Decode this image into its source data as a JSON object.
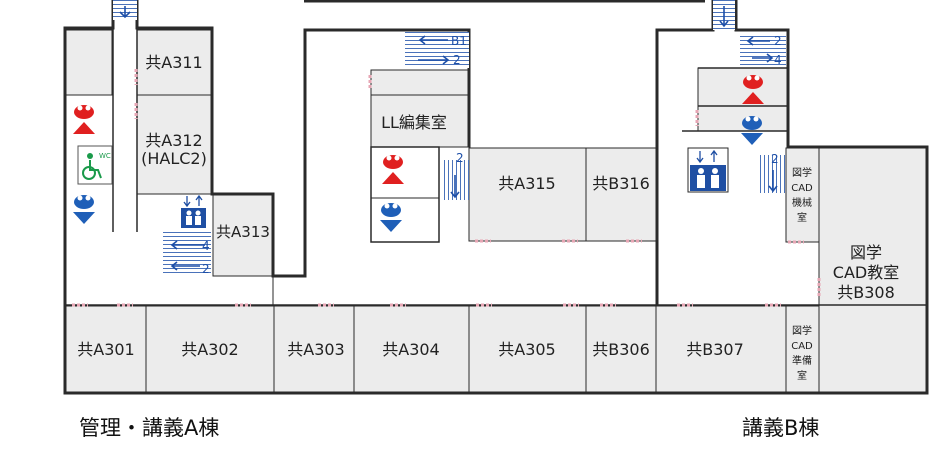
{
  "rooms": {
    "a301": "共A301",
    "a302": "共A302",
    "a303": "共A303",
    "a304": "共A304",
    "a305": "共A305",
    "b306": "共B306",
    "b307": "共B307",
    "a311": "共A311",
    "a312": "共A312",
    "a312_sub": "(HALC2)",
    "a313": "共A313",
    "a315": "共A315",
    "b316": "共B316",
    "ll": "LL編集室",
    "cad_machine": [
      "図学",
      "CAD",
      "機械",
      "室"
    ],
    "cad_prep": [
      "図学",
      "CAD",
      "準備",
      "室"
    ],
    "cad_class": [
      "図学",
      "CAD教室",
      "共B308"
    ]
  },
  "buildings": {
    "a": "管理・講義A棟",
    "b": "講義B棟"
  },
  "stair_floors": {
    "left_up": "4",
    "left_down": "2",
    "center_b1": "B1",
    "center_2": "2",
    "center_side": "2",
    "right_top_2": "2",
    "right_top_4": "4",
    "right_side": "2"
  },
  "icons": {
    "toilet_men": "toilet-men-icon",
    "toilet_women": "toilet-women-icon",
    "accessible_wc": "accessible-wc-icon",
    "elevator": "elevator-icon",
    "stairs": "stairs-icon"
  },
  "colors": {
    "men": "#1f5fb8",
    "women": "#e02020",
    "accessible": "#1a9a4a",
    "elevator": "#1f4fa3",
    "wall": "#2a2a2a",
    "room": "#ececec",
    "door": "#e7a6b4"
  }
}
